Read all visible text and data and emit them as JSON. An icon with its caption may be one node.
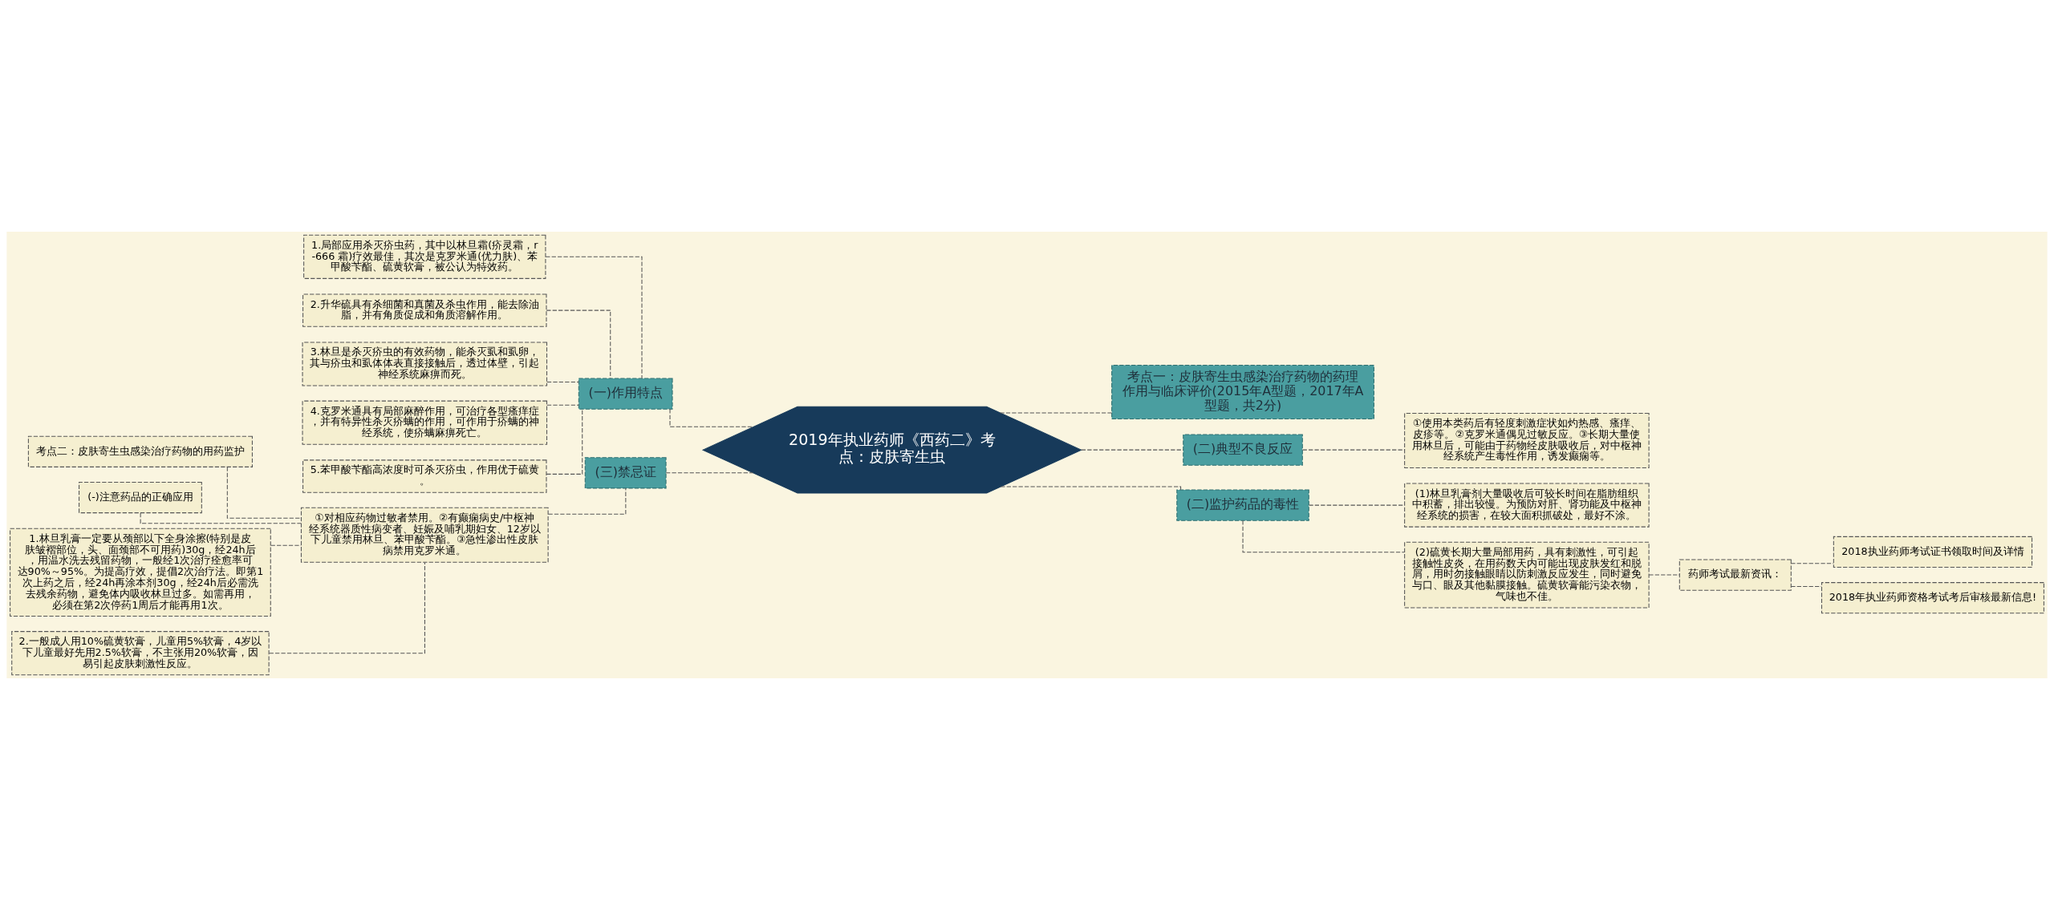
{
  "diagram": {
    "nodes": [
      {
        "text": [
          "2019年执业药师《西药二》考点：皮肤寄生虫"
        ]
      },
      {
        "text": [
          "(一)作用特点"
        ]
      },
      {
        "text": [
          "1.局部应用杀灭疥虫药，其中以林旦霜(疥灵霜，r-666 霜)疗效最佳，其次是克罗米通(优力肤)、苯甲酸苄酯、硫黄软膏，被公认为特效药。"
        ]
      },
      {
        "text": [
          "2.升华硫具有杀细菌和真菌及杀虫作用，能去除油脂，并有角质促成和角质溶解作用。"
        ]
      },
      {
        "text": [
          "3.林旦是杀灭疥虫的有效药物，能杀灭虱和虱卵，其与疥虫和虱体体表直接接触后，透过体壁，引起神经系统麻痹而死。"
        ]
      },
      {
        "text": [
          "4.克罗米通具有局部麻醉作用，可治疗各型瘙痒症，并有特异性杀灭疥螨的作用，可作用于疥螨的神经系统，使疥螨麻痹死亡。"
        ]
      },
      {
        "text": [
          "5.苯甲酸苄酯高浓度时可杀灭疥虫，作用优于硫黄。"
        ]
      },
      {
        "text": [
          "(三)禁忌证"
        ]
      },
      {
        "text": [
          "①对相应药物过敏者禁用。②有癫痫病史/中枢神经系统器质性病变者、妊娠及哺乳期妇女、12岁以下儿童禁用林旦、苯甲酸苄酯。③急性渗出性皮肤病禁用克罗米通。"
        ]
      },
      {
        "text": [
          "考点二：皮肤寄生虫感染治疗药物的用药监护"
        ]
      },
      {
        "text": [
          "(-)注意药品的正确应用"
        ]
      },
      {
        "text": [
          "1.林旦乳膏一定要从颈部以下全身涂擦(特别是皮肤皱褶部位，头、面颈部不可用药)30g，经24h后，用温水洗去残留药物，一般经1次治疗痊愈率可达90%～95%。为提高疗效，提倡2次治疗法。即第1次上药之后，经24h再涂本剂30g，经24h后必需洗去残余药物，避免体内吸收林旦过多。如需再用，必须在第2次停药1周后才能再用1次。"
        ]
      },
      {
        "text": [
          "2.一般成人用10%硫黄软膏，儿童用5%软膏，4岁以下儿童最好先用2.5%软膏，不主张用20%软膏，因易引起皮肤刺激性反应。"
        ]
      },
      {
        "text": [
          "考点一：皮肤寄生虫感染治疗药物的药理作用与临床评价(2015年A型题，2017年A型题，共2分)"
        ]
      },
      {
        "text": [
          "(二)典型不良反应"
        ]
      },
      {
        "text": [
          "①使用本类药后有轻度刺激症状如灼热感、瘙痒、皮疹等。②克罗米通偶见过敏反应。③长期大量使用林旦后，可能由于药物经皮肤吸收后，对中枢神经系统产生毒性作用，诱发癫痫等。"
        ]
      },
      {
        "text": [
          "(二)监护药品的毒性"
        ]
      },
      {
        "text": [
          "(1)林旦乳膏剂大量吸收后可较长时间在脂肪组织中积蓄，排出较慢。为预防对肝、肾功能及中枢神经系统的损害，在较大面积抓破处，最好不涂。"
        ]
      },
      {
        "text": [
          "(2)硫黄长期大量局部用药，具有刺激性，可引起接触性皮炎，在用药数天内可能出现皮肤发红和脱屑，用时勿接触眼睛以防刺激反应发生，同时避免与口、眼及其他黏膜接触。硫黄软膏能污染衣物，气味也不佳。"
        ]
      },
      {
        "text": [
          "药师考试最新资讯："
        ]
      },
      {
        "text": [
          "2018执业药师考试证书领取时间及详情"
        ]
      },
      {
        "text": [
          "2018年执业药师资格考试考后审核最新信息!"
        ]
      }
    ],
    "edges": [
      {
        "from": 0,
        "to": 1,
        "arrow": "none"
      },
      {
        "from": 1,
        "to": 2,
        "arrow": "none"
      },
      {
        "from": 1,
        "to": 3,
        "arrow": "none"
      },
      {
        "from": 1,
        "to": 4,
        "arrow": "none"
      },
      {
        "from": 1,
        "to": 5,
        "arrow": "none"
      },
      {
        "from": 1,
        "to": 6,
        "arrow": "none"
      },
      {
        "from": 0,
        "to": 7,
        "arrow": "none"
      },
      {
        "from": 7,
        "to": 8,
        "arrow": "none"
      },
      {
        "from": 8,
        "to": 9,
        "arrow": "none"
      },
      {
        "from": 8,
        "to": 10,
        "arrow": "none"
      },
      {
        "from": 8,
        "to": 11,
        "arrow": "none"
      },
      {
        "from": 8,
        "to": 12,
        "arrow": "none"
      },
      {
        "from": 0,
        "to": 13,
        "arrow": "none"
      },
      {
        "from": 0,
        "to": 14,
        "arrow": "none"
      },
      {
        "from": 14,
        "to": 15,
        "arrow": "none"
      },
      {
        "from": 0,
        "to": 16,
        "arrow": "none"
      },
      {
        "from": 16,
        "to": 17,
        "arrow": "none"
      },
      {
        "from": 16,
        "to": 18,
        "arrow": "none"
      },
      {
        "from": 18,
        "to": 19,
        "arrow": "none"
      },
      {
        "from": 19,
        "to": 20,
        "arrow": "none"
      },
      {
        "from": 19,
        "to": 21,
        "arrow": "none"
      }
    ]
  }
}
